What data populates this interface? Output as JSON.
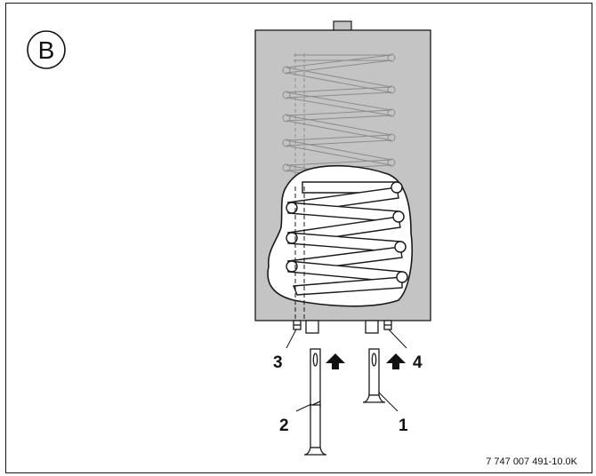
{
  "figure": {
    "id_label": "B",
    "document_code": "7 747 007 491-10.0K"
  },
  "callouts": {
    "c1": "1",
    "c2": "2",
    "c3": "3",
    "c4": "4"
  },
  "colors": {
    "tank_fill": "#c4c4c4",
    "line": "#1a1a1a",
    "background": "#ffffff"
  }
}
